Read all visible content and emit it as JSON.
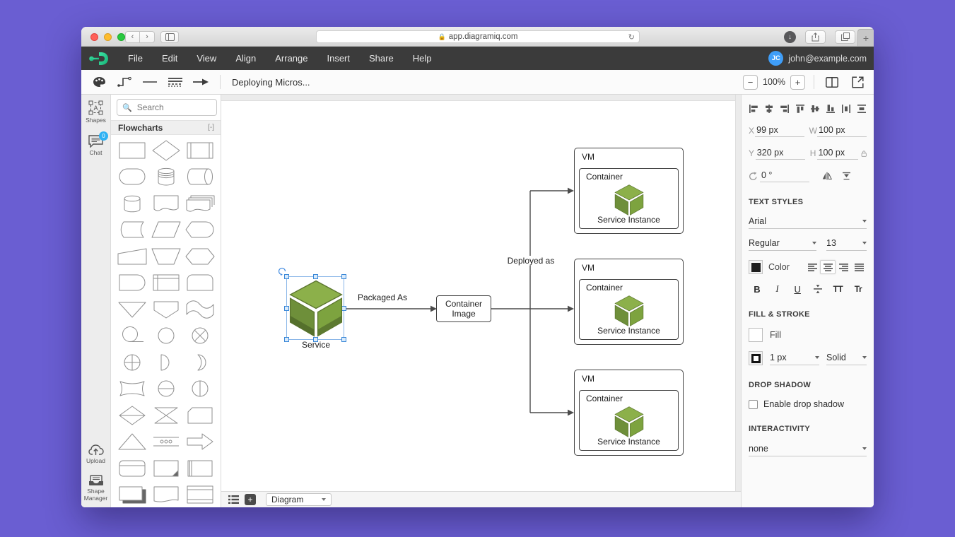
{
  "browser": {
    "url": "app.diagramiq.com"
  },
  "menubar": {
    "menus": [
      "File",
      "Edit",
      "View",
      "Align",
      "Arrange",
      "Insert",
      "Share",
      "Help"
    ],
    "user_initials": "JC",
    "user_email": "john@example.com"
  },
  "toolbar": {
    "title": "Deploying Micros...",
    "zoom_level": "100%"
  },
  "sidebar": {
    "rail": {
      "shapes_label": "Shapes",
      "chat_label": "Chat",
      "chat_badge": "0",
      "upload_label": "Upload",
      "shape_manager_label": "Shape Manager"
    },
    "search_placeholder": "Search",
    "section": {
      "title": "Flowcharts",
      "collapse_label": "[-]"
    },
    "shapes": [
      "rectangle",
      "diamond",
      "predefined-process",
      "terminator",
      "database",
      "direct-access-storage",
      "cylinder",
      "document",
      "multi-document",
      "stored-data",
      "parallelogram",
      "display",
      "manual-input",
      "manual-operation",
      "preparation",
      "delay",
      "internal-storage",
      "card-rounded-top",
      "extract",
      "off-page-connector",
      "paper-tape",
      "sequential-storage",
      "connector",
      "summing-junction",
      "or-junction",
      "half-circle",
      "crescent",
      "concave-square",
      "circle-divided-h",
      "circle-divided-v",
      "diamond-divided",
      "collate",
      "card",
      "merge",
      "transmission",
      "arrow-right",
      "card-stripe",
      "note",
      "process-left-bar",
      "stacked-rectangles",
      "curled-document",
      "lined-rectangle"
    ]
  },
  "canvas": {
    "selected_node_label": "Service",
    "edge_labels": {
      "packaged_as": "Packaged As",
      "deployed_as": "Deployed as"
    },
    "container_image": {
      "line1": "Container",
      "line2": "Image"
    },
    "vms": [
      {
        "vm_label": "VM",
        "container_label": "Container",
        "instance_label": "Service Instance"
      },
      {
        "vm_label": "VM",
        "container_label": "Container",
        "instance_label": "Service Instance"
      },
      {
        "vm_label": "VM",
        "container_label": "Container",
        "instance_label": "Service Instance"
      }
    ]
  },
  "footer": {
    "page_selector": "Diagram"
  },
  "inspector": {
    "arrange": {
      "x_label": "X",
      "x_value": "99 px",
      "w_label": "W",
      "w_value": "100 px",
      "y_label": "Y",
      "y_value": "320 px",
      "h_label": "H",
      "h_value": "100 px",
      "rotation_value": "0 °"
    },
    "text_styles": {
      "heading": "TEXT STYLES",
      "font_family": "Arial",
      "font_weight": "Regular",
      "font_size": "13",
      "color_label": "Color",
      "bold": "B",
      "italic": "I",
      "underline": "U",
      "uppercase": "TT",
      "capitalize": "Tr"
    },
    "fill_stroke": {
      "heading": "FILL & STROKE",
      "fill_label": "Fill",
      "stroke_width": "1 px",
      "stroke_style": "Solid"
    },
    "drop_shadow": {
      "heading": "DROP SHADOW",
      "checkbox_label": "Enable drop shadow"
    },
    "interactivity": {
      "heading": "INTERACTIVITY",
      "value": "none"
    }
  },
  "colors": {
    "purple_background": "#6a5ed2",
    "menu_bar": "#3b3b3b",
    "selection_blue": "#3a88d8",
    "avatar_blue": "#3f9ef8",
    "badge_blue": "#2fb1f3",
    "logo_green": "#2ecc8f",
    "cube_top": "#8cb04a",
    "cube_left": "#6e8f3a",
    "cube_right": "#7da33f",
    "traffic_red": "#ff5f57",
    "traffic_yellow": "#febc2e",
    "traffic_green": "#28c840"
  }
}
